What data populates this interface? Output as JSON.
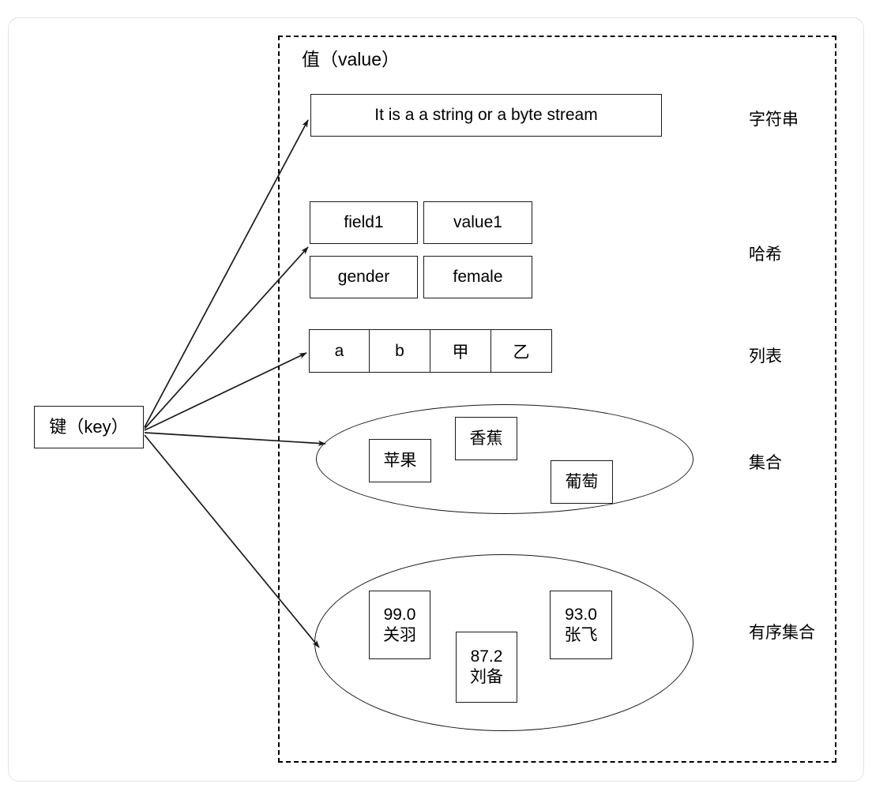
{
  "diagram": {
    "title": "值（value）",
    "key_node": {
      "label": "键（key）"
    },
    "rows": [
      {
        "id": "string",
        "type_label": "字符串",
        "container": "box",
        "items": [
          {
            "text": "It is a a string or a byte stream"
          }
        ]
      },
      {
        "id": "hash",
        "type_label": "哈希",
        "container": "box-grid",
        "items": [
          {
            "text": "field1"
          },
          {
            "text": "value1"
          },
          {
            "text": "gender"
          },
          {
            "text": "female"
          }
        ]
      },
      {
        "id": "list",
        "type_label": "列表",
        "container": "cells",
        "items": [
          {
            "text": "a"
          },
          {
            "text": "b"
          },
          {
            "text": "甲"
          },
          {
            "text": "乙"
          }
        ]
      },
      {
        "id": "set",
        "type_label": "集合",
        "container": "ellipse",
        "items": [
          {
            "text": "苹果"
          },
          {
            "text": "香蕉"
          },
          {
            "text": "葡萄"
          }
        ]
      },
      {
        "id": "zset",
        "type_label": "有序集合",
        "container": "ellipse",
        "items": [
          {
            "score": "99.0",
            "member": "关羽"
          },
          {
            "score": "87.2",
            "member": "刘备"
          },
          {
            "score": "93.0",
            "member": "张飞"
          }
        ]
      }
    ],
    "colors": {
      "stroke": "#1a1a1a",
      "dashed_border": "#000000",
      "card_border": "#e3e4e6",
      "background": "#ffffff",
      "text": "#000000"
    }
  }
}
